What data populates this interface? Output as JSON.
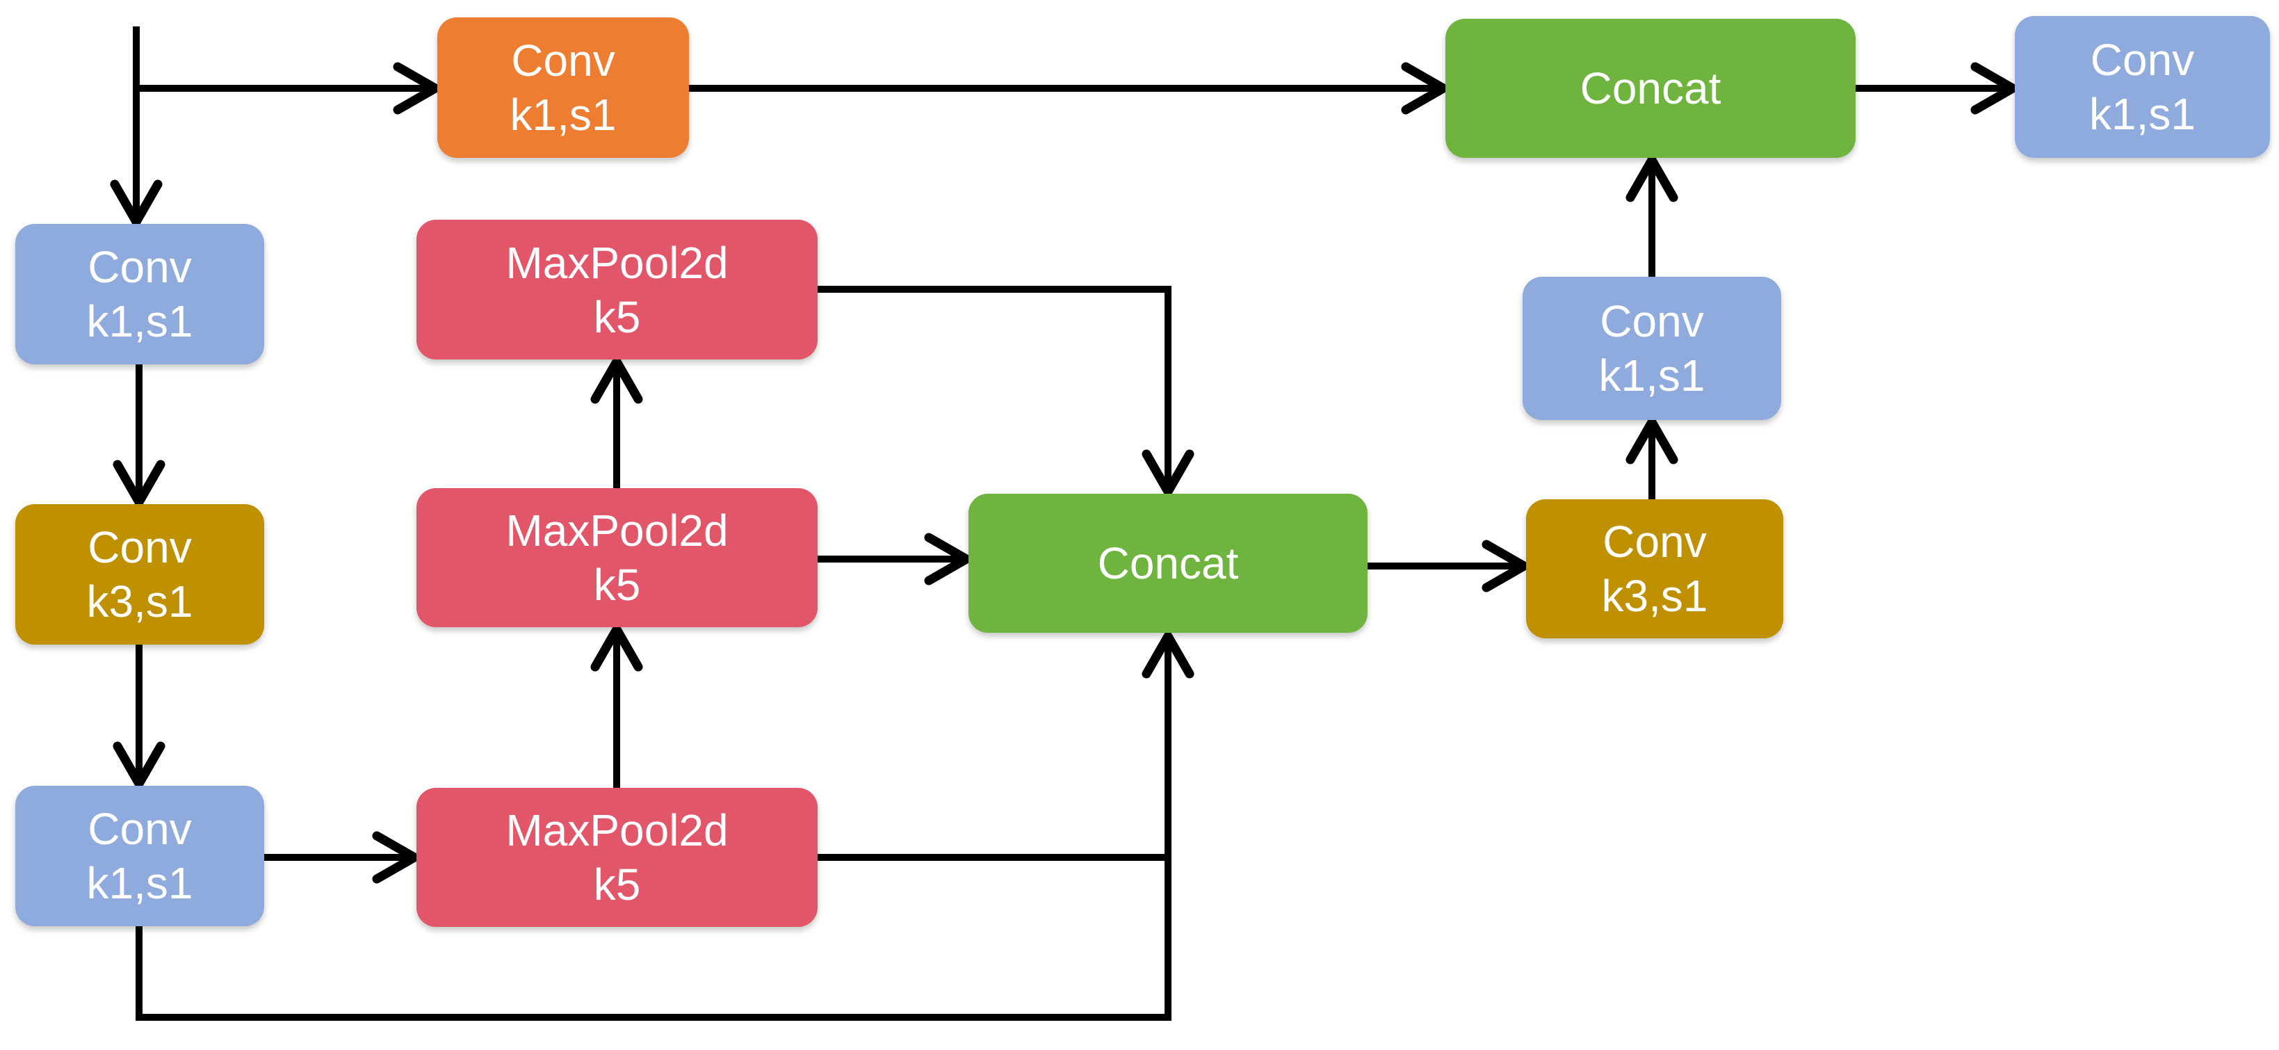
{
  "diagram": {
    "background": "#FFFFFF",
    "connector_color": "#000000",
    "label_text_color": "#FFFFFF"
  },
  "palette": {
    "conv_blue": "#8FAADC",
    "conv_orange": "#ED7D31",
    "conv_gold": "#BF9000",
    "maxpool_red": "#E2566A",
    "concat_green": "#6FB43F"
  },
  "nodes": {
    "top_branch_conv": {
      "line1": "Conv",
      "line2": "k1,s1",
      "color": "#ED7D31"
    },
    "left_conv_a": {
      "line1": "Conv",
      "line2": "k1,s1",
      "color": "#8FAADC"
    },
    "left_conv_b": {
      "line1": "Conv",
      "line2": "k3,s1",
      "color": "#BF9000"
    },
    "left_conv_c": {
      "line1": "Conv",
      "line2": "k1,s1",
      "color": "#8FAADC"
    },
    "maxpool_top": {
      "line1": "MaxPool2d",
      "line2": "k5",
      "color": "#E2566A"
    },
    "maxpool_middle": {
      "line1": "MaxPool2d",
      "line2": "k5",
      "color": "#E2566A"
    },
    "maxpool_bottom": {
      "line1": "MaxPool2d",
      "line2": "k5",
      "color": "#E2566A"
    },
    "inner_concat": {
      "label": "Concat",
      "color": "#6FB43F"
    },
    "outer_concat": {
      "label": "Concat",
      "color": "#6FB43F"
    },
    "mid_conv_k1": {
      "line1": "Conv",
      "line2": "k1,s1",
      "color": "#8FAADC"
    },
    "mid_conv_k3": {
      "line1": "Conv",
      "line2": "k3,s1",
      "color": "#BF9000"
    },
    "output_conv": {
      "line1": "Conv",
      "line2": "k1,s1",
      "color": "#8FAADC"
    }
  }
}
